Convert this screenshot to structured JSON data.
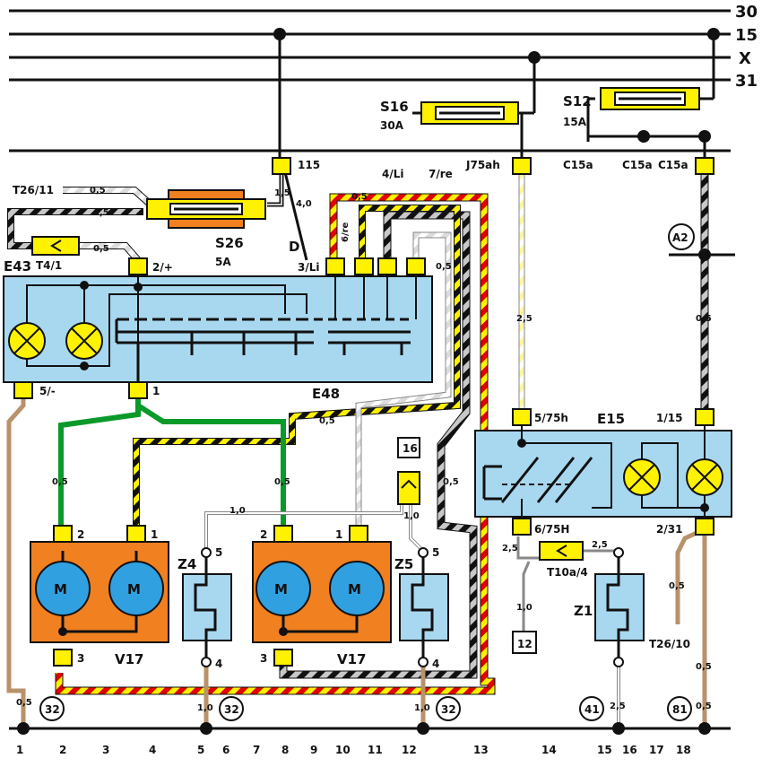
{
  "rails": [
    "30",
    "15",
    "X",
    "31"
  ],
  "fuses": {
    "s16": {
      "name": "S16",
      "rating": "30A"
    },
    "s12": {
      "name": "S12",
      "rating": "15A"
    },
    "s26": {
      "name": "S26",
      "rating": "5A"
    }
  },
  "connectors": {
    "c115": "115",
    "j75ah": "J75ah",
    "c15a_1": "C15a",
    "c15a_2": "C15a",
    "c15a_3": "C15a",
    "t26_11": "T26/11",
    "t4_1": "T4/1",
    "e43_2": "2/+",
    "e43_5": "5/-",
    "e43_1": "1",
    "e48_3li": "3/Li",
    "e48_6re": "6/re",
    "e48_4li": "4/Li",
    "e48_7re": "7/re",
    "e15_575h": "5/75h",
    "e15_115": "1/15",
    "e15_675h": "6/75H",
    "e15_231": "2/31",
    "t10a_4": "T10a/4",
    "t26_10": "T26/10",
    "a2": "A2",
    "d": "D"
  },
  "components": {
    "e43": "E43",
    "e48": "E48",
    "e15": "E15",
    "v17a": "V17",
    "v17b": "V17",
    "z4": "Z4",
    "z5": "Z5",
    "z1": "Z1",
    "motor": "M"
  },
  "pins": {
    "v17a_2": "2",
    "v17a_1": "1",
    "v17a_3": "3",
    "v17b_2": "2",
    "v17b_1": "1",
    "v17b_3": "3",
    "z4_5": "5",
    "z4_4": "4",
    "z5_5": "5",
    "z5_4": "4"
  },
  "wire_sizes": {
    "w1": "0,5",
    "w2": "0,5",
    "w3": "0,5",
    "w4": "1,5",
    "w5": "4,0",
    "w6": "0,5",
    "w7": "0,5",
    "w8": "2,5",
    "w9": "0,5",
    "w10": "0,5",
    "w11": "0,5",
    "w12": "0,5",
    "w13": "0,5",
    "w14": "1,0",
    "w15": "1,0",
    "w16": "2,5",
    "w17": "2,5",
    "w18": "1,0",
    "w19": "0,5",
    "w20": "0,5",
    "w21": "0,5",
    "w22": "1,0",
    "w23": "1,0",
    "w24": "2,5",
    "w25": "0,5"
  },
  "ground_refs": [
    "32",
    "32",
    "32",
    "41",
    "81"
  ],
  "boxes": {
    "b16": "16",
    "b12": "12"
  },
  "positions": [
    "1",
    "2",
    "3",
    "4",
    "5",
    "6",
    "7",
    "8",
    "9",
    "10",
    "11",
    "12",
    "13",
    "14",
    "15",
    "16",
    "17",
    "18"
  ]
}
